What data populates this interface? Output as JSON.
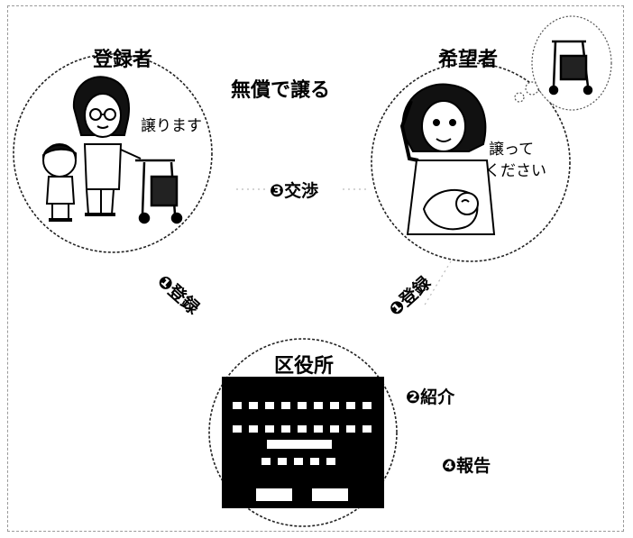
{
  "registrant": {
    "label": "登録者",
    "speech": "譲ります"
  },
  "applicant": {
    "label": "希望者",
    "speech_line1": "譲って",
    "speech_line2": "ください"
  },
  "headline": "無償で譲る",
  "office": {
    "label": "区役所"
  },
  "steps": {
    "register_left": "❶登録",
    "negotiate": "❸交渉",
    "register_right": "❶登録",
    "introduce": "❷紹介",
    "report": "❹報告"
  }
}
